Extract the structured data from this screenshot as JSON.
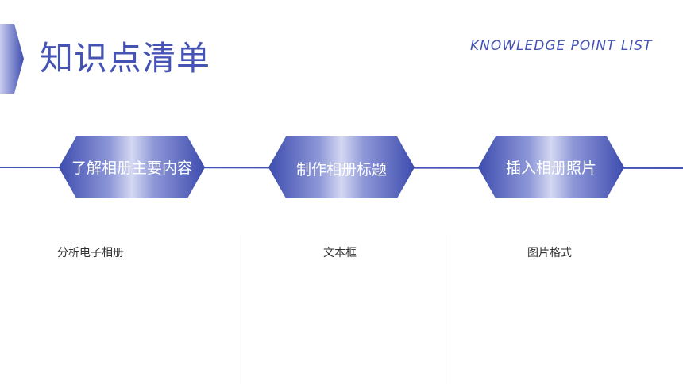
{
  "header": {
    "title": "知识点清单",
    "subtitle": "KNOWLEDGE POINT LIST"
  },
  "steps": [
    {
      "label": "了解相册主要内容",
      "detail": "分析电子相册"
    },
    {
      "label": "制作相册标题",
      "detail": "文本框"
    },
    {
      "label": "插入相册照片",
      "detail": "图片格式"
    }
  ],
  "colors": {
    "accent": "#4553b5",
    "hex_light": "#d4d8f2",
    "divider": "#d7d7d7"
  }
}
